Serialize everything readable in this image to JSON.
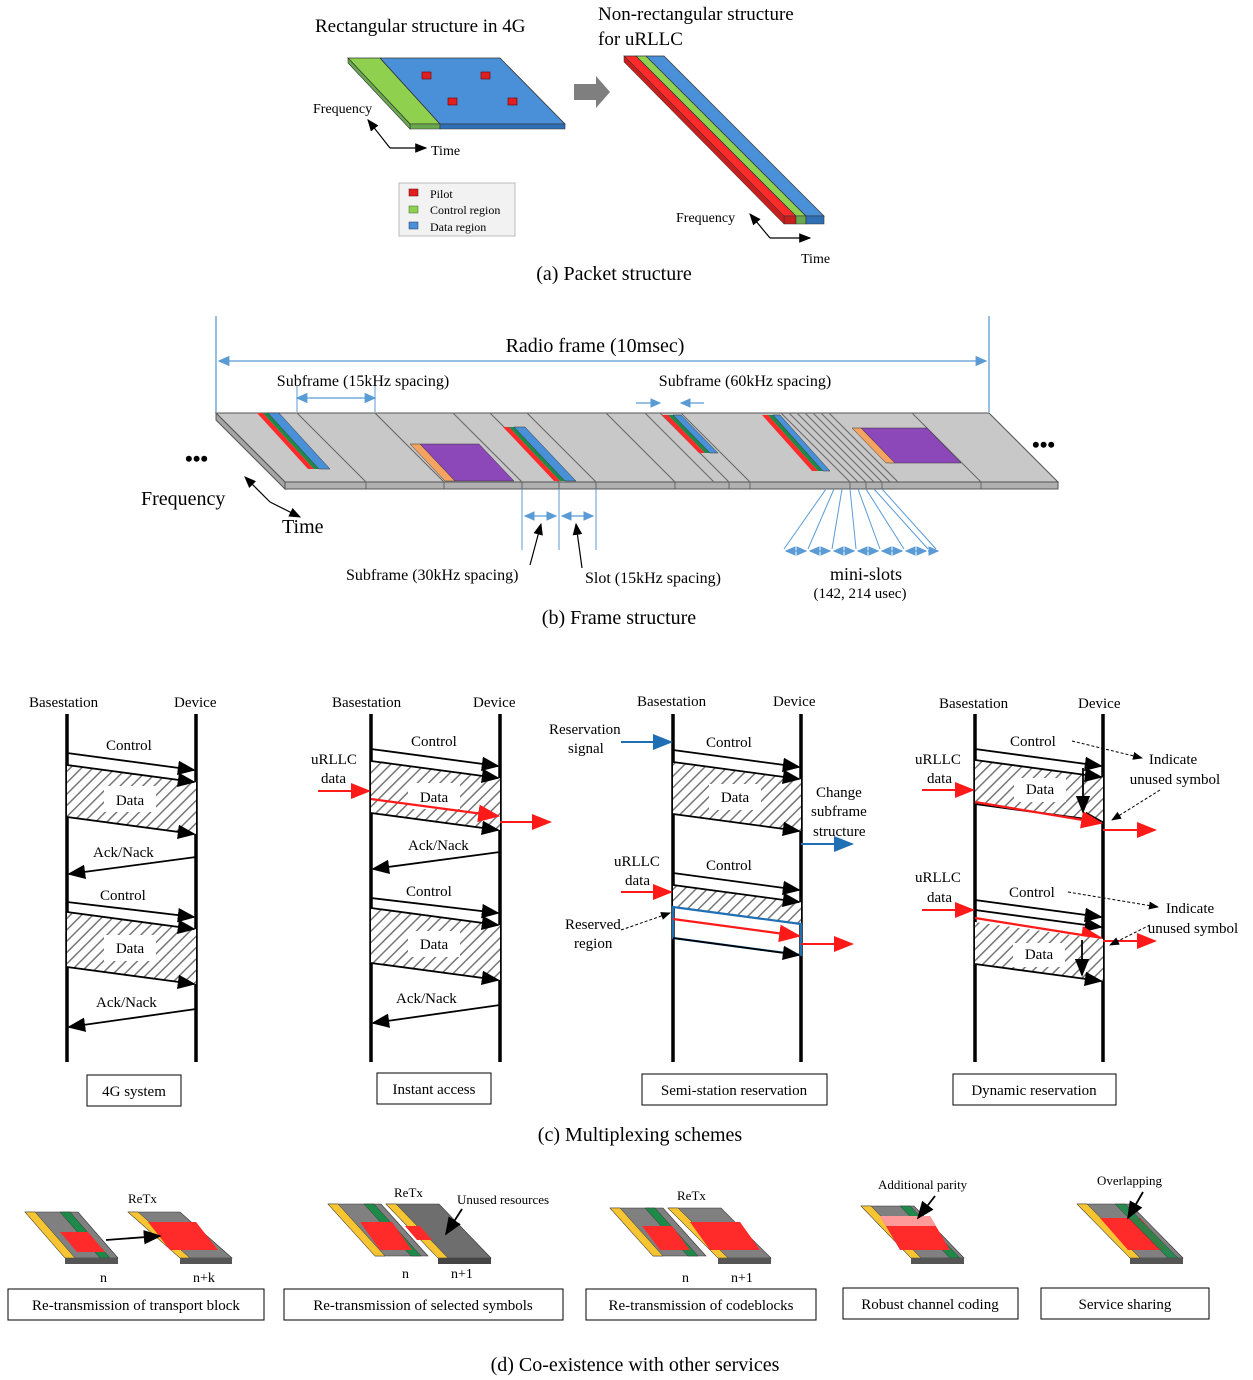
{
  "a": {
    "title_left": "Rectangular structure in 4G",
    "title_right_1": "Non-rectangular structure",
    "title_right_2": "for uRLLC",
    "frequency": "Frequency",
    "time": "Time",
    "legend": [
      "Pilot",
      "Control region",
      "Data region"
    ],
    "caption": "(a) Packet structure"
  },
  "b": {
    "radio_frame": "Radio frame (10msec)",
    "sub15": "Subframe (15kHz spacing)",
    "sub60": "Subframe (60kHz spacing)",
    "sub30": "Subframe (30kHz spacing)",
    "slot15": "Slot (15kHz spacing)",
    "minislots": "mini-slots",
    "minislots_dur": "(142, 214 usec)",
    "frequency": "Frequency",
    "time": "Time",
    "ellipsis": "•••",
    "caption": "(b) Frame structure"
  },
  "c": {
    "bs": "Basestation",
    "dev": "Device",
    "control": "Control",
    "data": "Data",
    "acknack": "Ack/Nack",
    "urllc_1": "uRLLC",
    "urllc_2": "data",
    "reservation_1": "Reservation",
    "reservation_2": "signal",
    "change_1": "Change",
    "change_2": "subframe",
    "change_3": "structure",
    "reserved_1": "Reserved",
    "reserved_2": "region",
    "indicate": "Indicate",
    "unused": "unused symbol",
    "schemes": [
      "4G system",
      "Instant access",
      "Semi-station reservation",
      "Dynamic reservation"
    ],
    "caption": "(c) Multiplexing schemes"
  },
  "d": {
    "retx": "ReTx",
    "unused_resources": "Unused resources",
    "additional_parity": "Additional parity",
    "overlapping": "Overlapping",
    "n": "n",
    "nk": "n+k",
    "n1": "n+1",
    "boxes": [
      "Re-transmission of transport block",
      "Re-transmission of selected symbols",
      "Re-transmission of  codeblocks",
      "Robust channel coding",
      "Service sharing"
    ],
    "caption": "(d) Co-existence with other services"
  },
  "colors": {
    "red": "#ff2b2b",
    "green": "#8fd14f",
    "blue": "#4a90d9",
    "purple": "#8c47b8",
    "orange": "#f4a460",
    "gray": "#c8c8c8",
    "yellow": "#f7c531",
    "dgreen": "#1e8a4a",
    "arrowblue": "#5b9bd5"
  }
}
